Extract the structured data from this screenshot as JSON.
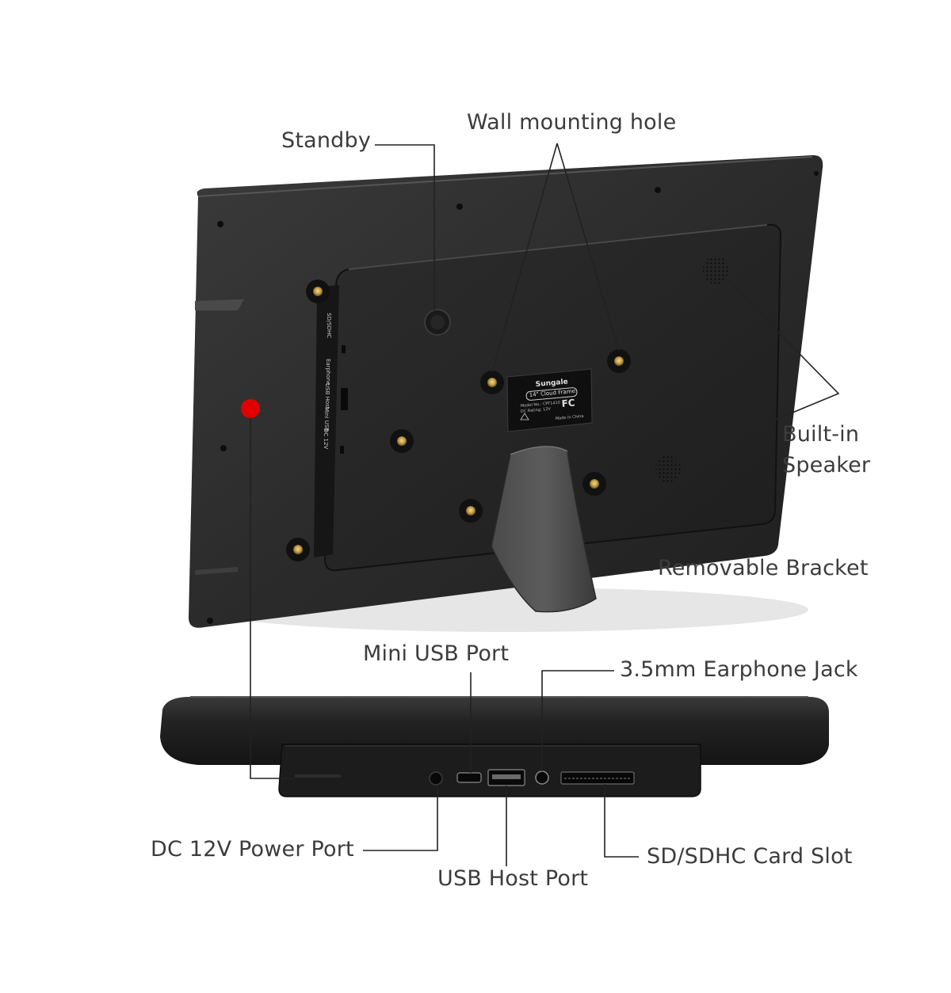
{
  "callouts": {
    "standby": "Standby",
    "wall_mounting_hole": "Wall mounting hole",
    "built_in_speaker_line1": "Built-in",
    "built_in_speaker_line2": "Speaker",
    "removable_bracket": "Removable Bracket",
    "mini_usb_port": "Mini USB Port",
    "earphone_jack": "3.5mm Earphone Jack",
    "dc_power_port": "DC 12V Power Port",
    "usb_host_port": "USB Host Port",
    "sd_card_slot": "SD/SDHC Card Slot"
  },
  "device_label": {
    "brand": "Sungale",
    "model": "14\" Cloud Frame",
    "model_no": "Model No.: CPF1410",
    "rating": "DC Rating: 12V",
    "fcc": "FC",
    "origin": "Made in China"
  },
  "side_port_labels": [
    "SD/SDHC",
    "Earphone",
    "USB Host",
    "Mini USB",
    "DC 12V"
  ],
  "colors": {
    "power_dot": "#e00000",
    "frame_dark": "#2b2b2b",
    "leader_line": "#222222",
    "screw_gold": "#c8a24a"
  }
}
